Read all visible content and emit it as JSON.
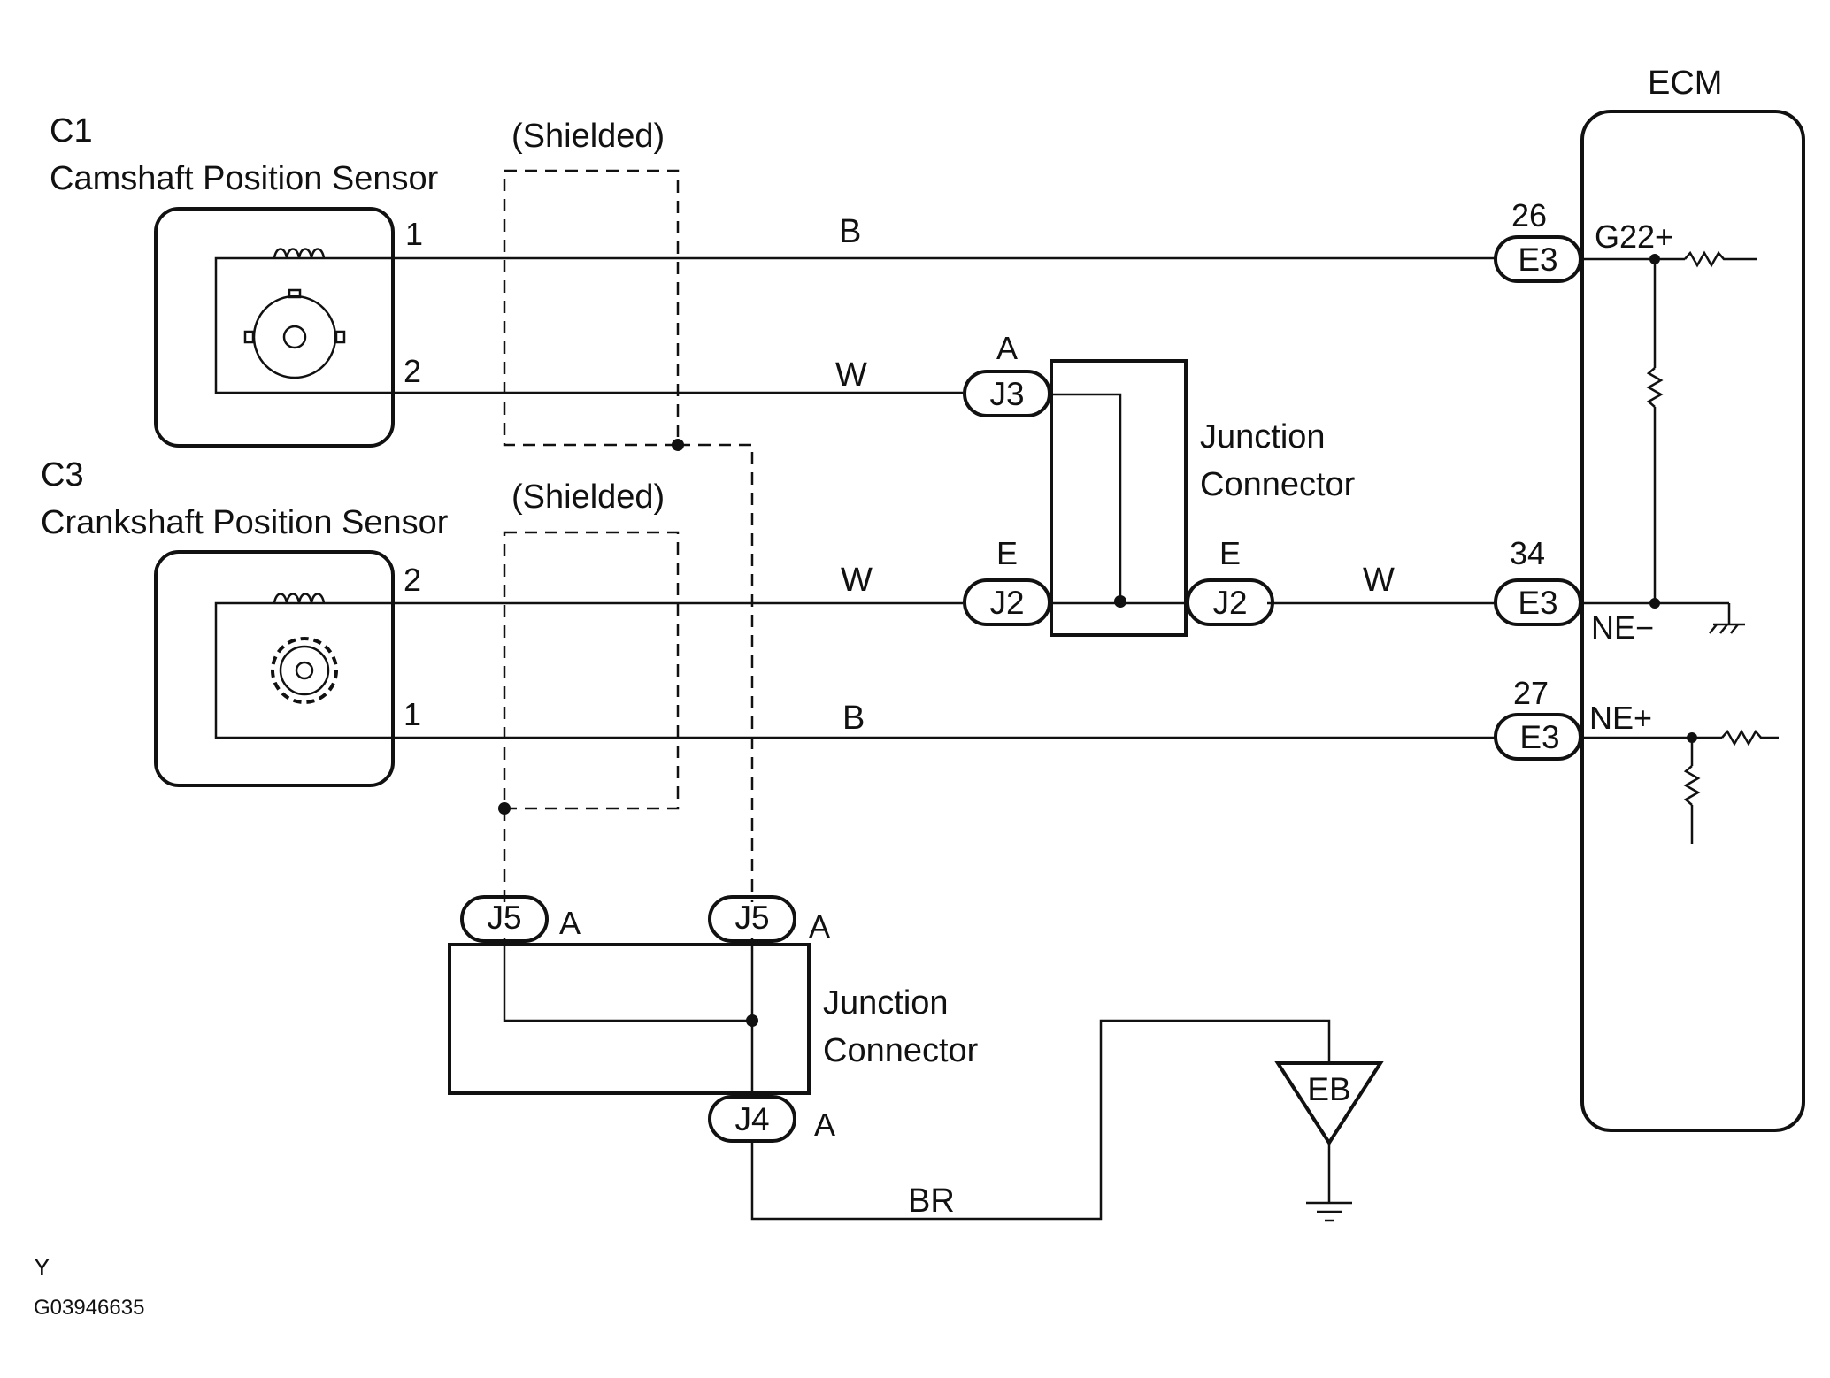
{
  "sensors": {
    "cam": {
      "code": "C1",
      "name": "Camshaft Position Sensor",
      "pin_top": "1",
      "pin_bottom": "2"
    },
    "crank": {
      "code": "C3",
      "name": "Crankshaft Position Sensor",
      "pin_top": "2",
      "pin_bottom": "1"
    }
  },
  "shield_labels": {
    "upper": "(Shielded)",
    "lower": "(Shielded)"
  },
  "wire_colors": {
    "w1": "B",
    "w2": "W",
    "w3": "W",
    "w4": "W",
    "w5": "B",
    "w6": "BR"
  },
  "junction_right": {
    "label_line1": "Junction",
    "label_line2": "Connector",
    "j3": "J3",
    "j3_pin": "A",
    "j2_left": "J2",
    "j2_left_pin": "E",
    "j2_right": "J2",
    "j2_right_pin": "E"
  },
  "junction_bottom": {
    "label_line1": "Junction",
    "label_line2": "Connector",
    "j5_left": "J5",
    "j5_left_pin": "A",
    "j5_right": "J5",
    "j5_right_pin": "A",
    "j4": "J4",
    "j4_pin": "A"
  },
  "ecm": {
    "title": "ECM",
    "c1_connector": "E3",
    "c1_pin": "26",
    "c1_signal": "G22+",
    "c2_connector": "E3",
    "c2_pin": "34",
    "c2_signal": "NE−",
    "c3_connector": "E3",
    "c3_pin": "27",
    "c3_signal": "NE+"
  },
  "ground": {
    "label": "EB"
  },
  "footer": {
    "code": "Y",
    "figure_id": "G03946635"
  }
}
